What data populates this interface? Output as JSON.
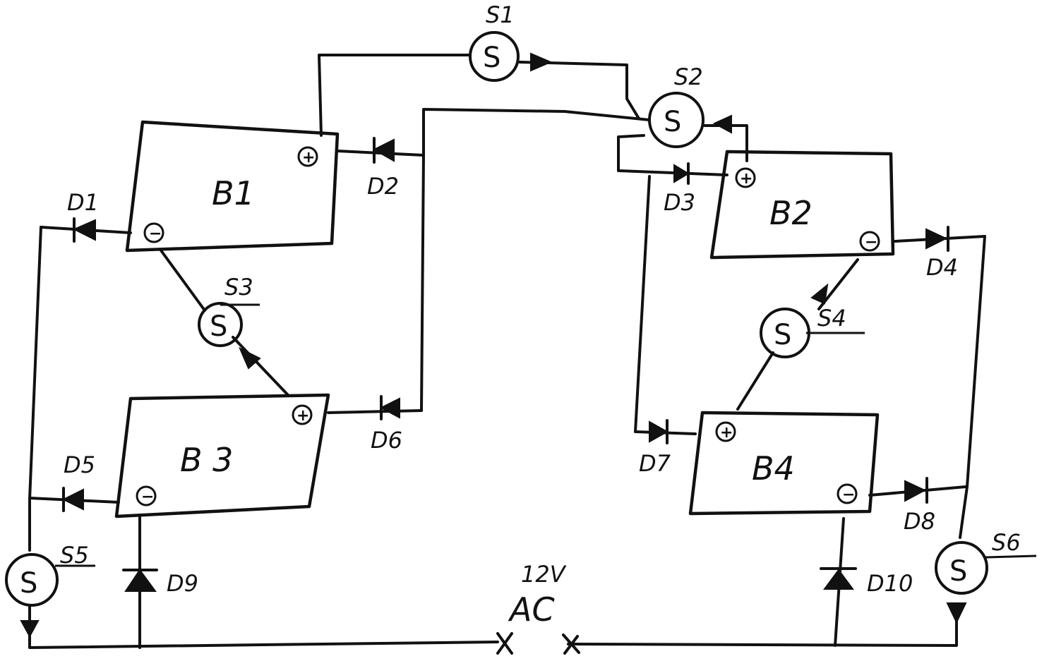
{
  "batteries": {
    "b1": "B1",
    "b2": "B2",
    "b3": "B 3",
    "b4": "B4"
  },
  "diodes": {
    "d1": "D1",
    "d2": "D2",
    "d3": "D3",
    "d4": "D4",
    "d5": "D5",
    "d6": "D6",
    "d7": "D7",
    "d8": "D8",
    "d9": "D9",
    "d10": "D10"
  },
  "switches": {
    "s1": "S1",
    "s2": "S2",
    "s3": "S3",
    "s4": "S4",
    "s5": "S5",
    "s6": "S6",
    "symbol": "S"
  },
  "terminals": {
    "plus": "+",
    "minus": "−"
  },
  "source": {
    "voltage": "12V",
    "type": "AC"
  }
}
